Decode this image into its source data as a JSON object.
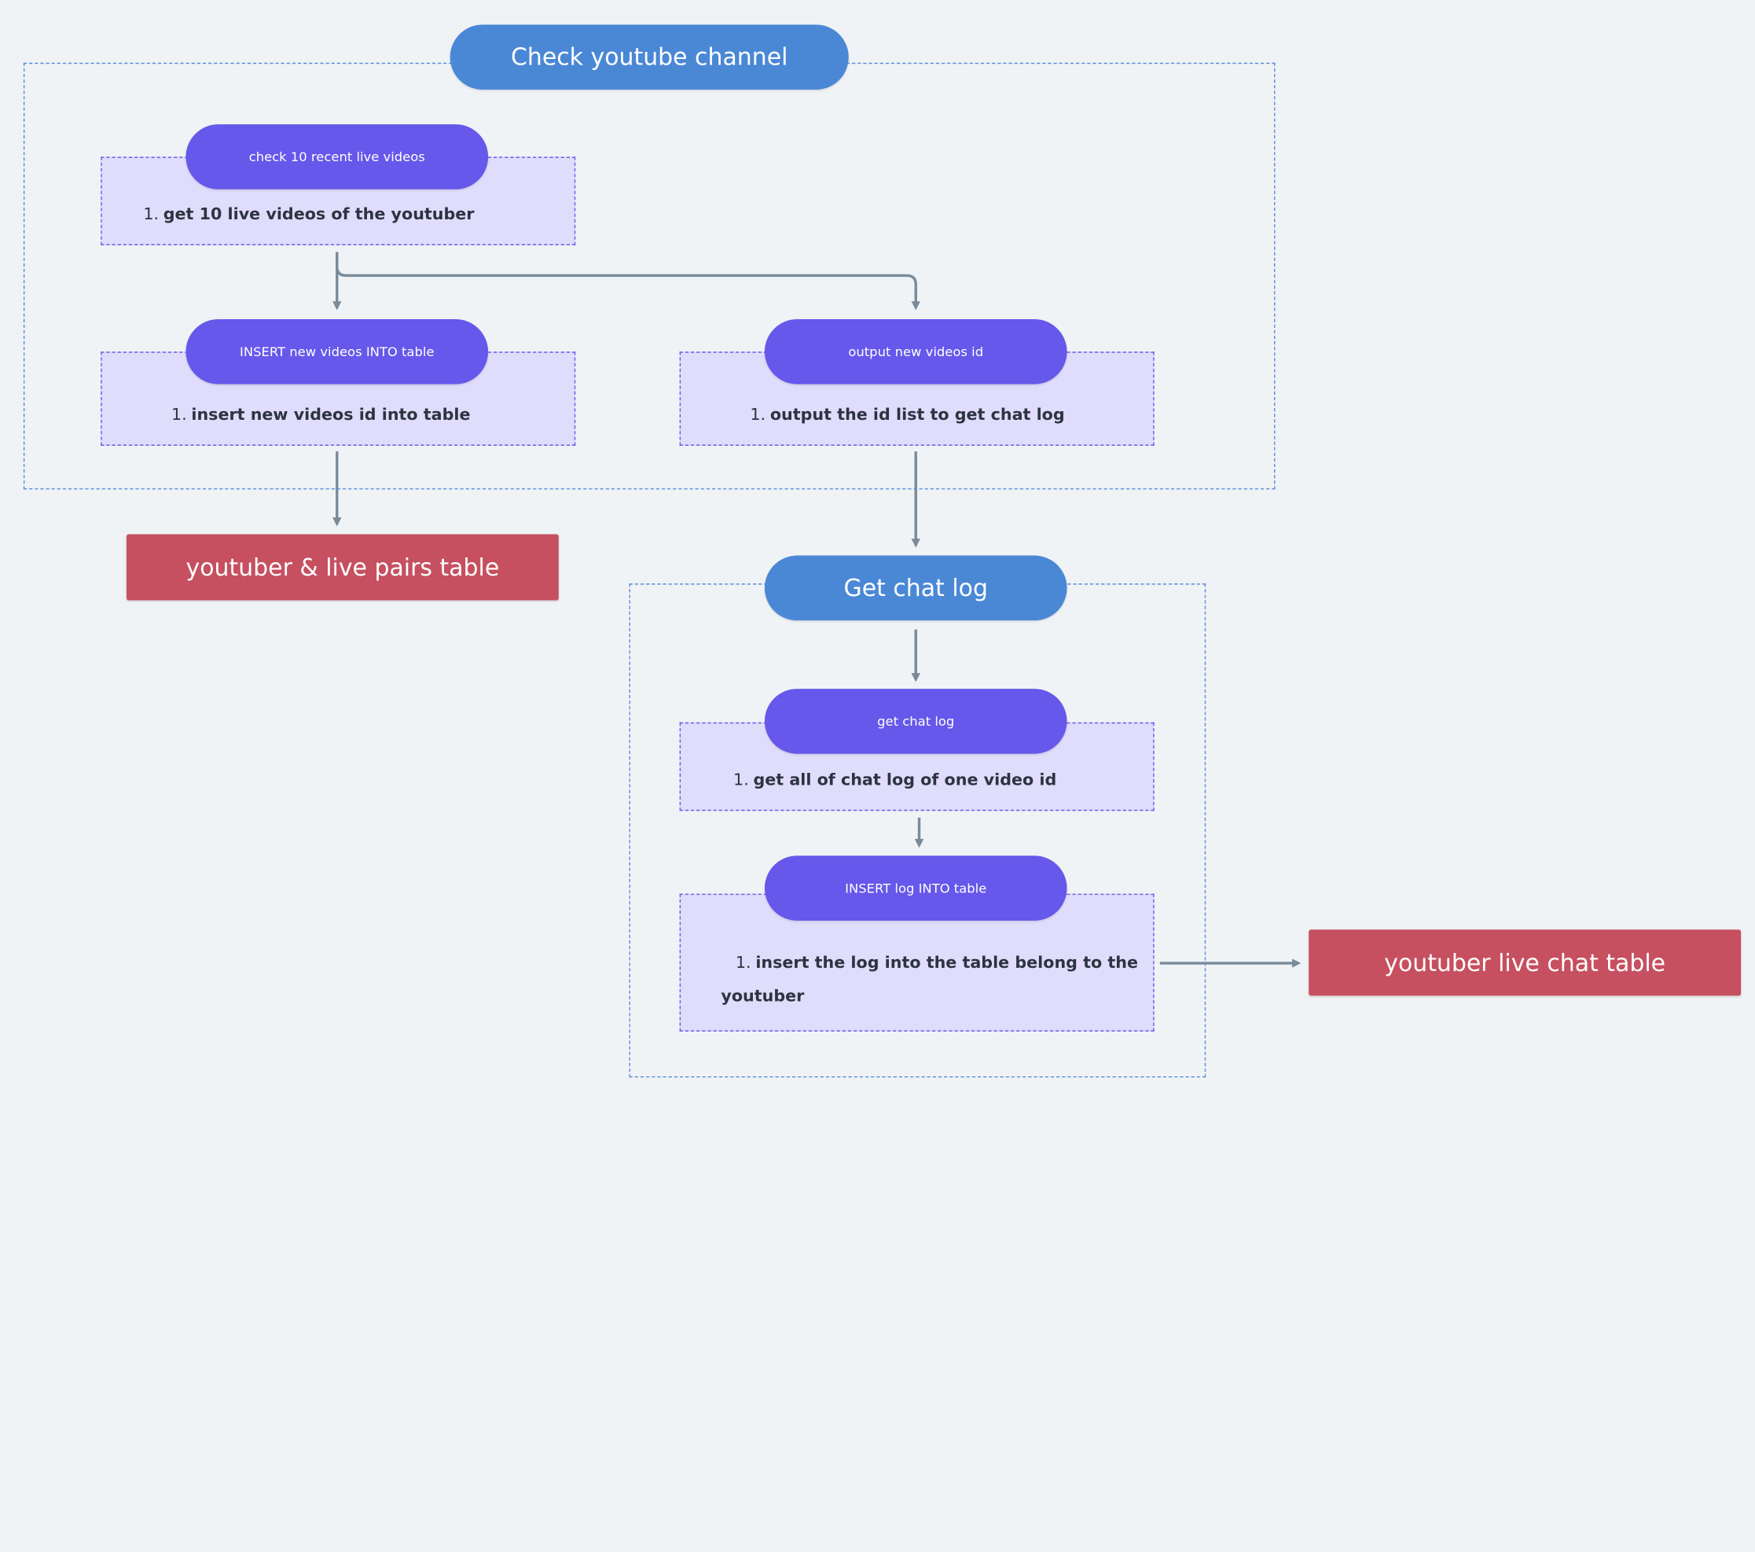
{
  "groups": {
    "check_channel": {
      "title": "Check youtube channel"
    },
    "get_chat_log": {
      "title": "Get chat log"
    }
  },
  "steps": {
    "check_recent": {
      "title": "check 10 recent live videos",
      "num": "1.",
      "text": "get 10 live videos of the youtuber"
    },
    "insert_videos": {
      "title": "INSERT new videos INTO table",
      "num": "1.",
      "text": "insert new videos id into table"
    },
    "output_ids": {
      "title": "output new videos id",
      "num": "1.",
      "text": "output the id list to get chat log"
    },
    "get_chat": {
      "title": "get chat log",
      "num": "1.",
      "text": "get all of chat log of one video id"
    },
    "insert_log": {
      "title": "INSERT log INTO table",
      "num": "1.",
      "text": "insert the log into the table belong to the youtuber"
    }
  },
  "tables": {
    "pairs": "youtuber & live pairs table",
    "chat": "youtuber live chat table"
  },
  "colors": {
    "background": "#f0f3f6",
    "group_border": "#5b8dd9",
    "group_pill": "#4a88d6",
    "step_pill": "#6558ea",
    "step_fill": "#e0dcfb",
    "table_fill": "#c65060",
    "edge": "#7a8a99"
  }
}
